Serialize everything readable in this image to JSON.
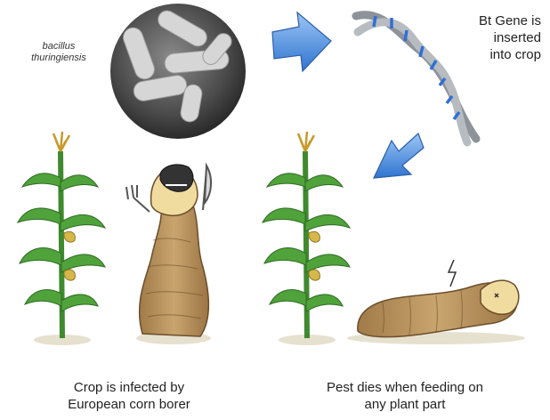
{
  "labels": {
    "bacillus": [
      "bacillus",
      "thuringiensis"
    ],
    "bt_gene": [
      "Bt Gene is",
      "inserted",
      "into crop"
    ]
  },
  "captions": {
    "left": [
      "Crop is infected by",
      "European corn borer"
    ],
    "right": [
      "Pest dies when feeding on",
      "any plant part"
    ]
  },
  "icons": [
    "bacteria-micrograph-icon",
    "arrow-right-icon",
    "dna-helix-icon",
    "arrow-down-left-icon",
    "corn-plant-icon",
    "caterpillar-with-utensils-icon",
    "dead-caterpillar-icon"
  ],
  "colors": {
    "arrow": "#4a8fe0",
    "dna_strand": "#9aa0a6",
    "dna_rung": "#2f6fd6",
    "corn_stalk": "#3f8a2f",
    "corn_leaf": "#4fa33a",
    "tassel": "#c79a2a",
    "larva": "#b89463",
    "larva_light": "#f1dca0"
  }
}
